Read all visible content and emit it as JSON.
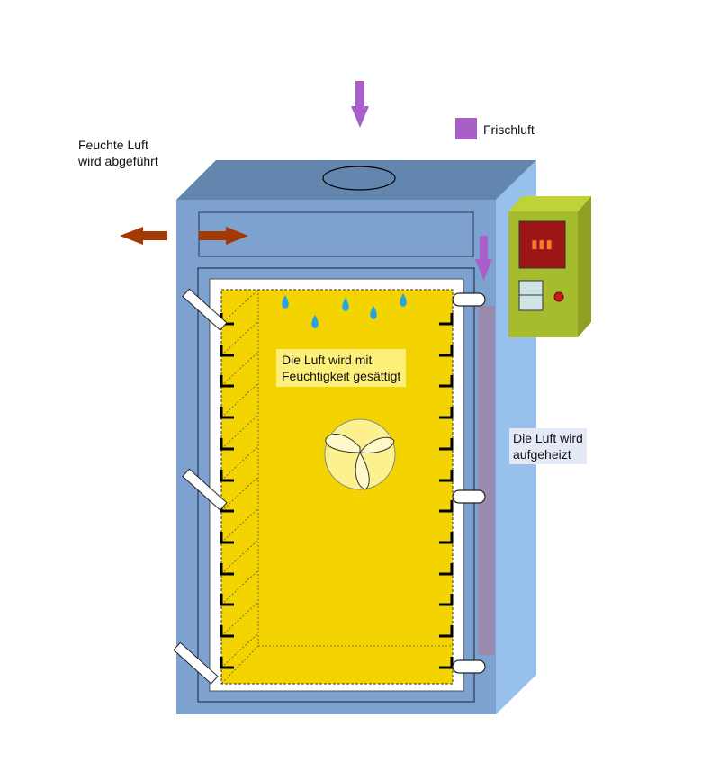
{
  "labels": {
    "humid_air": [
      "Feuchte Luft",
      "wird abgeführt"
    ],
    "fresh_air": "Frischluft",
    "saturated": [
      "Die Luft wird mit",
      "Feuchtigkeit gesättigt"
    ],
    "heated": [
      "Die Luft wird",
      "aufgeheizt"
    ]
  },
  "controller": {
    "display": "▮▮▮"
  },
  "colors": {
    "fresh_air_arrow": "#a860c8",
    "exhaust_arrow": "#a33a06",
    "cabinet_front": "#7ea2cf",
    "cabinet_side": "#97c0ec",
    "cabinet_top": "#6286ae",
    "chamber": "#f4d400",
    "heater": "#9a8aae",
    "controller_body": "#a7bb2e",
    "controller_display": "#9c1616",
    "water_drop": "#29a3e0",
    "fan": "#fdf08e"
  },
  "icons": [
    "fresh-air-arrow-icon",
    "exhaust-arrow-icon",
    "water-drop-icon",
    "fan-icon",
    "latch-icon",
    "hinge-icon"
  ]
}
